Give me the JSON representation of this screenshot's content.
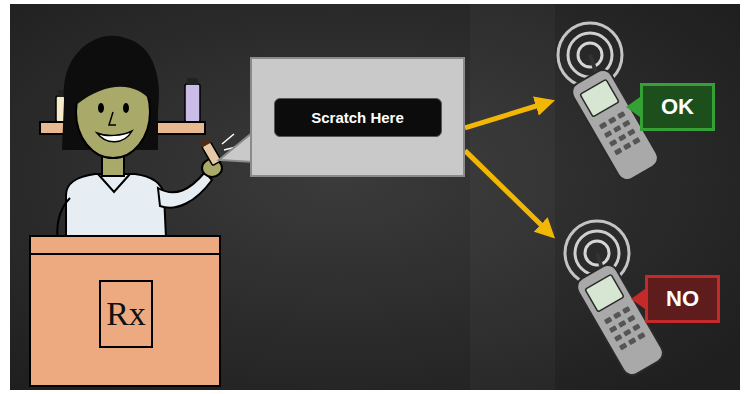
{
  "diagram": {
    "nodes": [
      {
        "text": [
          "Scratch Here"
        ]
      },
      {
        "text": [
          "OK"
        ]
      },
      {
        "text": [
          "NO"
        ]
      }
    ],
    "edges": [
      {
        "from": 0,
        "to": 1,
        "arrow": "to"
      },
      {
        "from": 0,
        "to": 2,
        "arrow": "to"
      }
    ],
    "labels": [
      "Rx"
    ]
  }
}
